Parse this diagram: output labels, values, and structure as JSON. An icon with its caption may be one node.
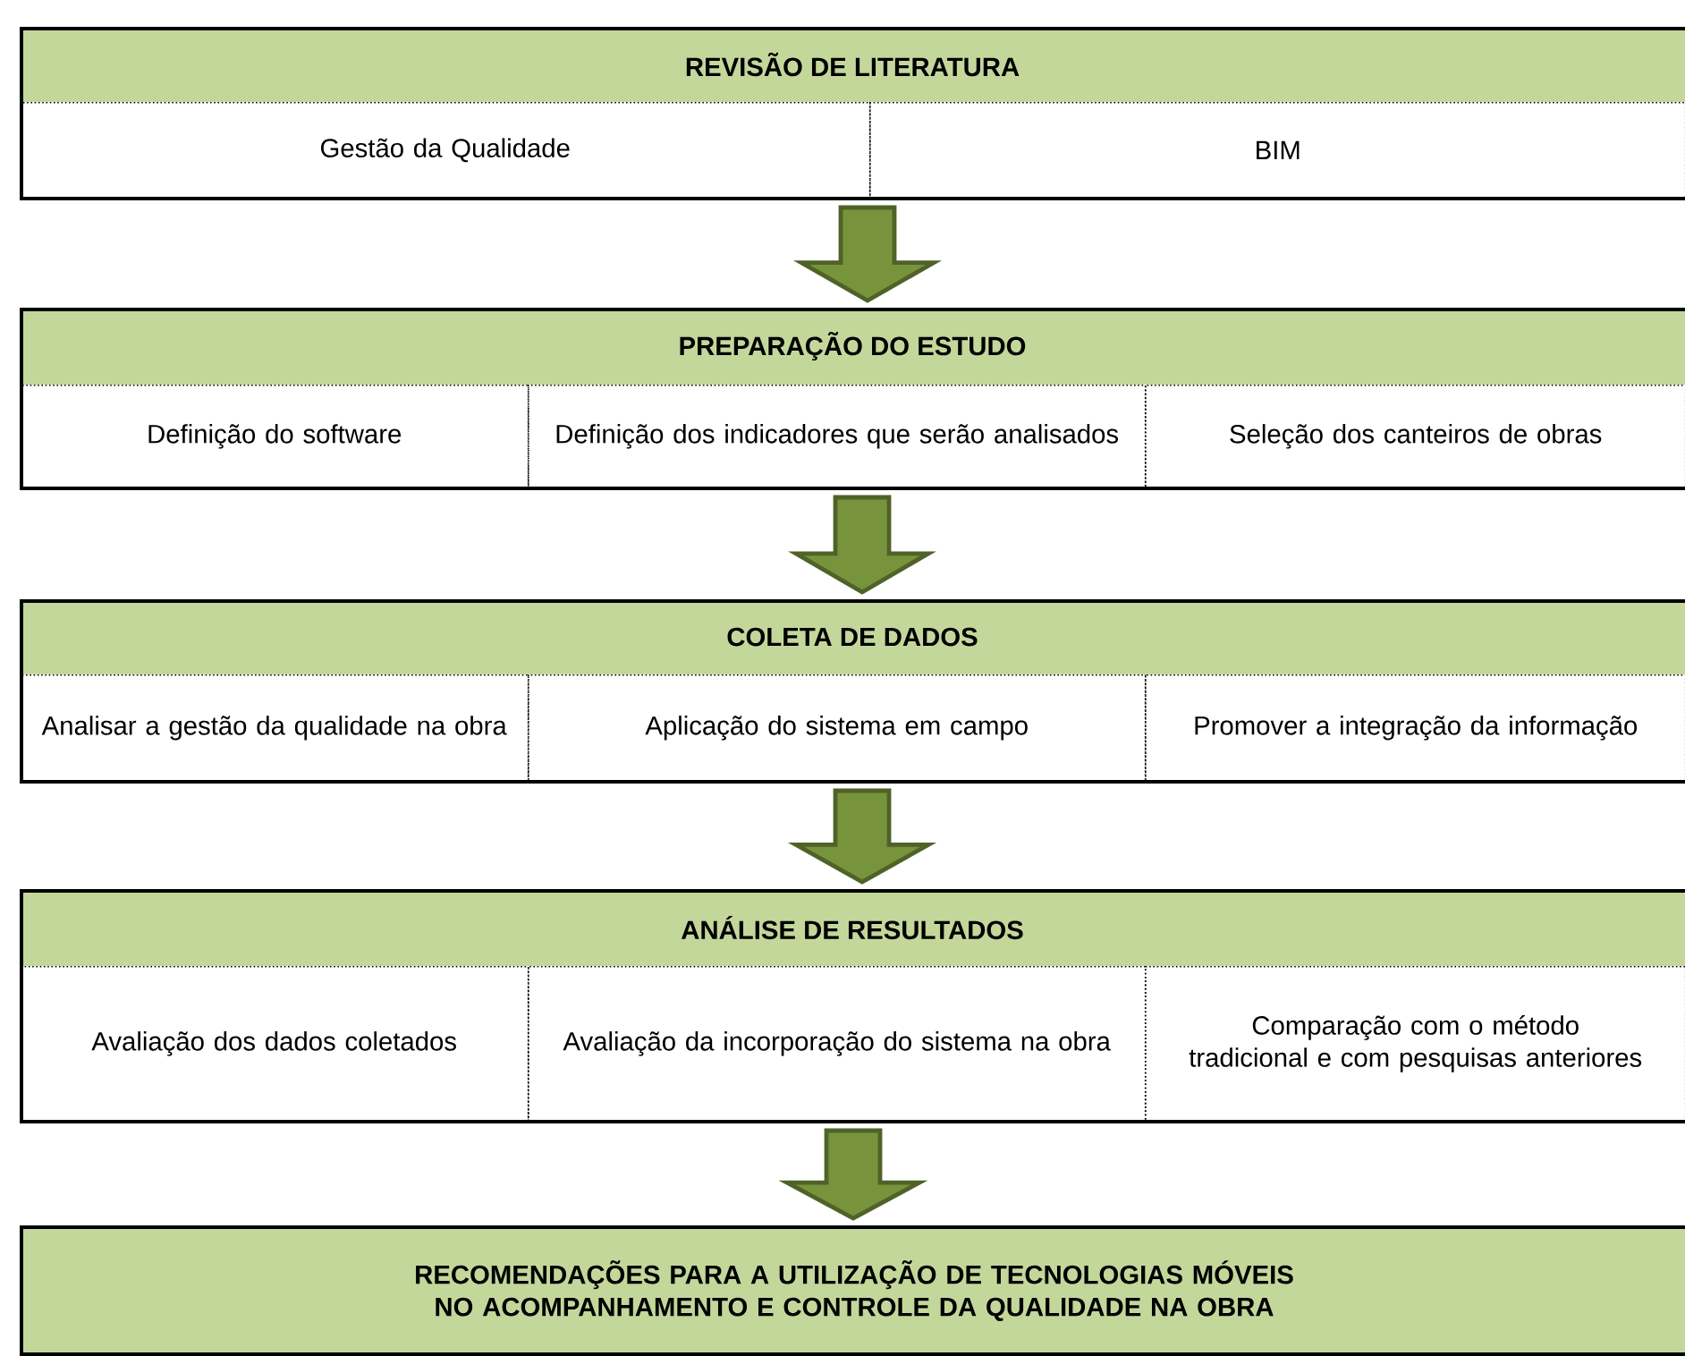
{
  "diagram": {
    "nodes": [
      {
        "text": [
          "REVISÃO DE LITERATURA"
        ]
      },
      {
        "text": [
          "Gestão da Qualidade"
        ],
        "in": 0
      },
      {
        "text": [
          "BIM"
        ],
        "in": 0
      },
      {
        "text": [
          "PREPARAÇÃO DO ESTUDO"
        ]
      },
      {
        "text": [
          "Definição do software"
        ],
        "in": 3
      },
      {
        "text": [
          "Definição dos indicadores que serão analisados"
        ],
        "in": 3
      },
      {
        "text": [
          "Seleção dos canteiros de obras"
        ],
        "in": 3
      },
      {
        "text": [
          "COLETA DE DADOS"
        ]
      },
      {
        "text": [
          "Analisar a gestão da qualidade na obra"
        ],
        "in": 7
      },
      {
        "text": [
          "Aplicação do sistema em campo"
        ],
        "in": 7
      },
      {
        "text": [
          "Promover a integração da informação"
        ],
        "in": 7
      },
      {
        "text": [
          "ANÁLISE DE RESULTADOS"
        ]
      },
      {
        "text": [
          "Avaliação dos dados coletados"
        ],
        "in": 11
      },
      {
        "text": [
          "Avaliação da incorporação do sistema na obra"
        ],
        "in": 11
      },
      {
        "text": [
          "Comparação com o método tradicional e com pesquisas anteriores"
        ],
        "in": 11
      },
      {
        "text": [
          "RECOMENDAÇÕES PARA A UTILIZAÇÃO DE TECNOLOGIAS MÓVEIS NO ACOMPANHAMENTO E CONTROLE DA QUALIDADE NA OBRA"
        ]
      }
    ],
    "edges": [
      {
        "from": 0,
        "to": 3,
        "arrow": "to"
      },
      {
        "from": 3,
        "to": 7,
        "arrow": "to"
      },
      {
        "from": 7,
        "to": 11,
        "arrow": "to"
      },
      {
        "from": 11,
        "to": 15,
        "arrow": "to"
      }
    ]
  }
}
